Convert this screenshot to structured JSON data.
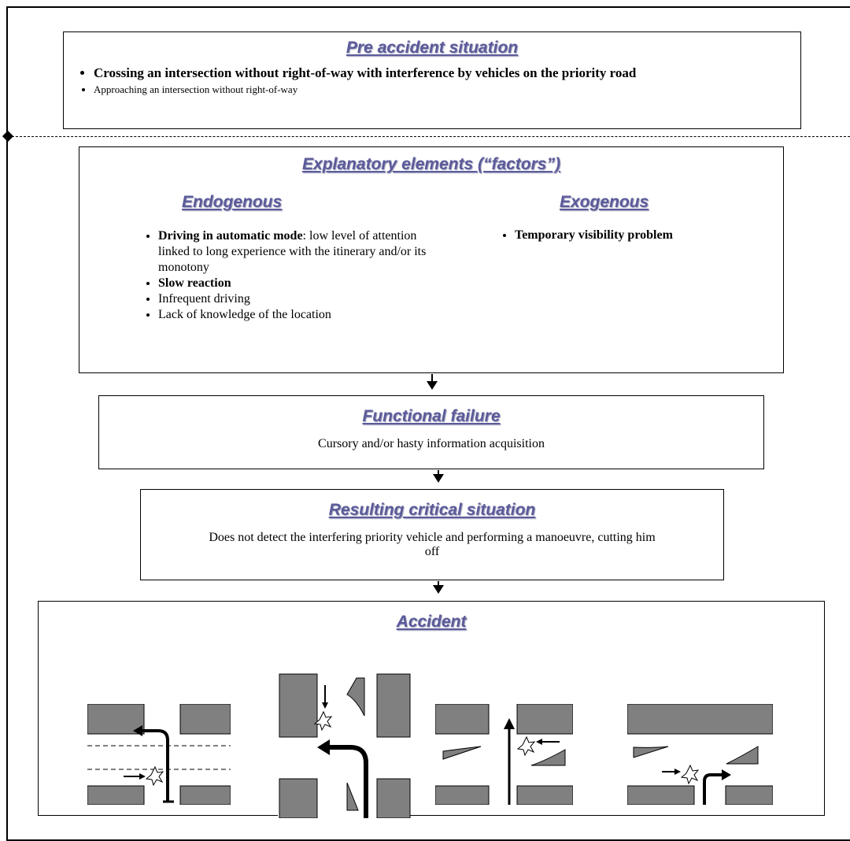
{
  "pre_accident": {
    "title": "Pre accident situation",
    "items": [
      "Crossing an intersection without right-of-way with interference by vehicles on the priority road",
      "Approaching an intersection without right-of-way"
    ]
  },
  "explanatory": {
    "title": "Explanatory elements (“factors”)",
    "endogenous": {
      "title": "Endogenous",
      "item1_bold": "Driving in automatic mode",
      "item1_rest": ": low level of attention linked to long experience with the itinerary and/or its monotony",
      "item2": "Slow reaction",
      "item3": "Infrequent driving",
      "item4": "Lack of knowledge of the location"
    },
    "exogenous": {
      "title": "Exogenous",
      "item1": "Temporary visibility problem"
    }
  },
  "functional_failure": {
    "title": "Functional failure",
    "text": "Cursory and/or hasty information acquisition"
  },
  "critical_situation": {
    "title": "Resulting critical situation",
    "text": "Does not detect the interfering priority vehicle and performing a manoeuvre, cutting him off"
  },
  "accident": {
    "title": "Accident"
  },
  "colors": {
    "heading": "#5b5b9a",
    "block": "#808080"
  }
}
